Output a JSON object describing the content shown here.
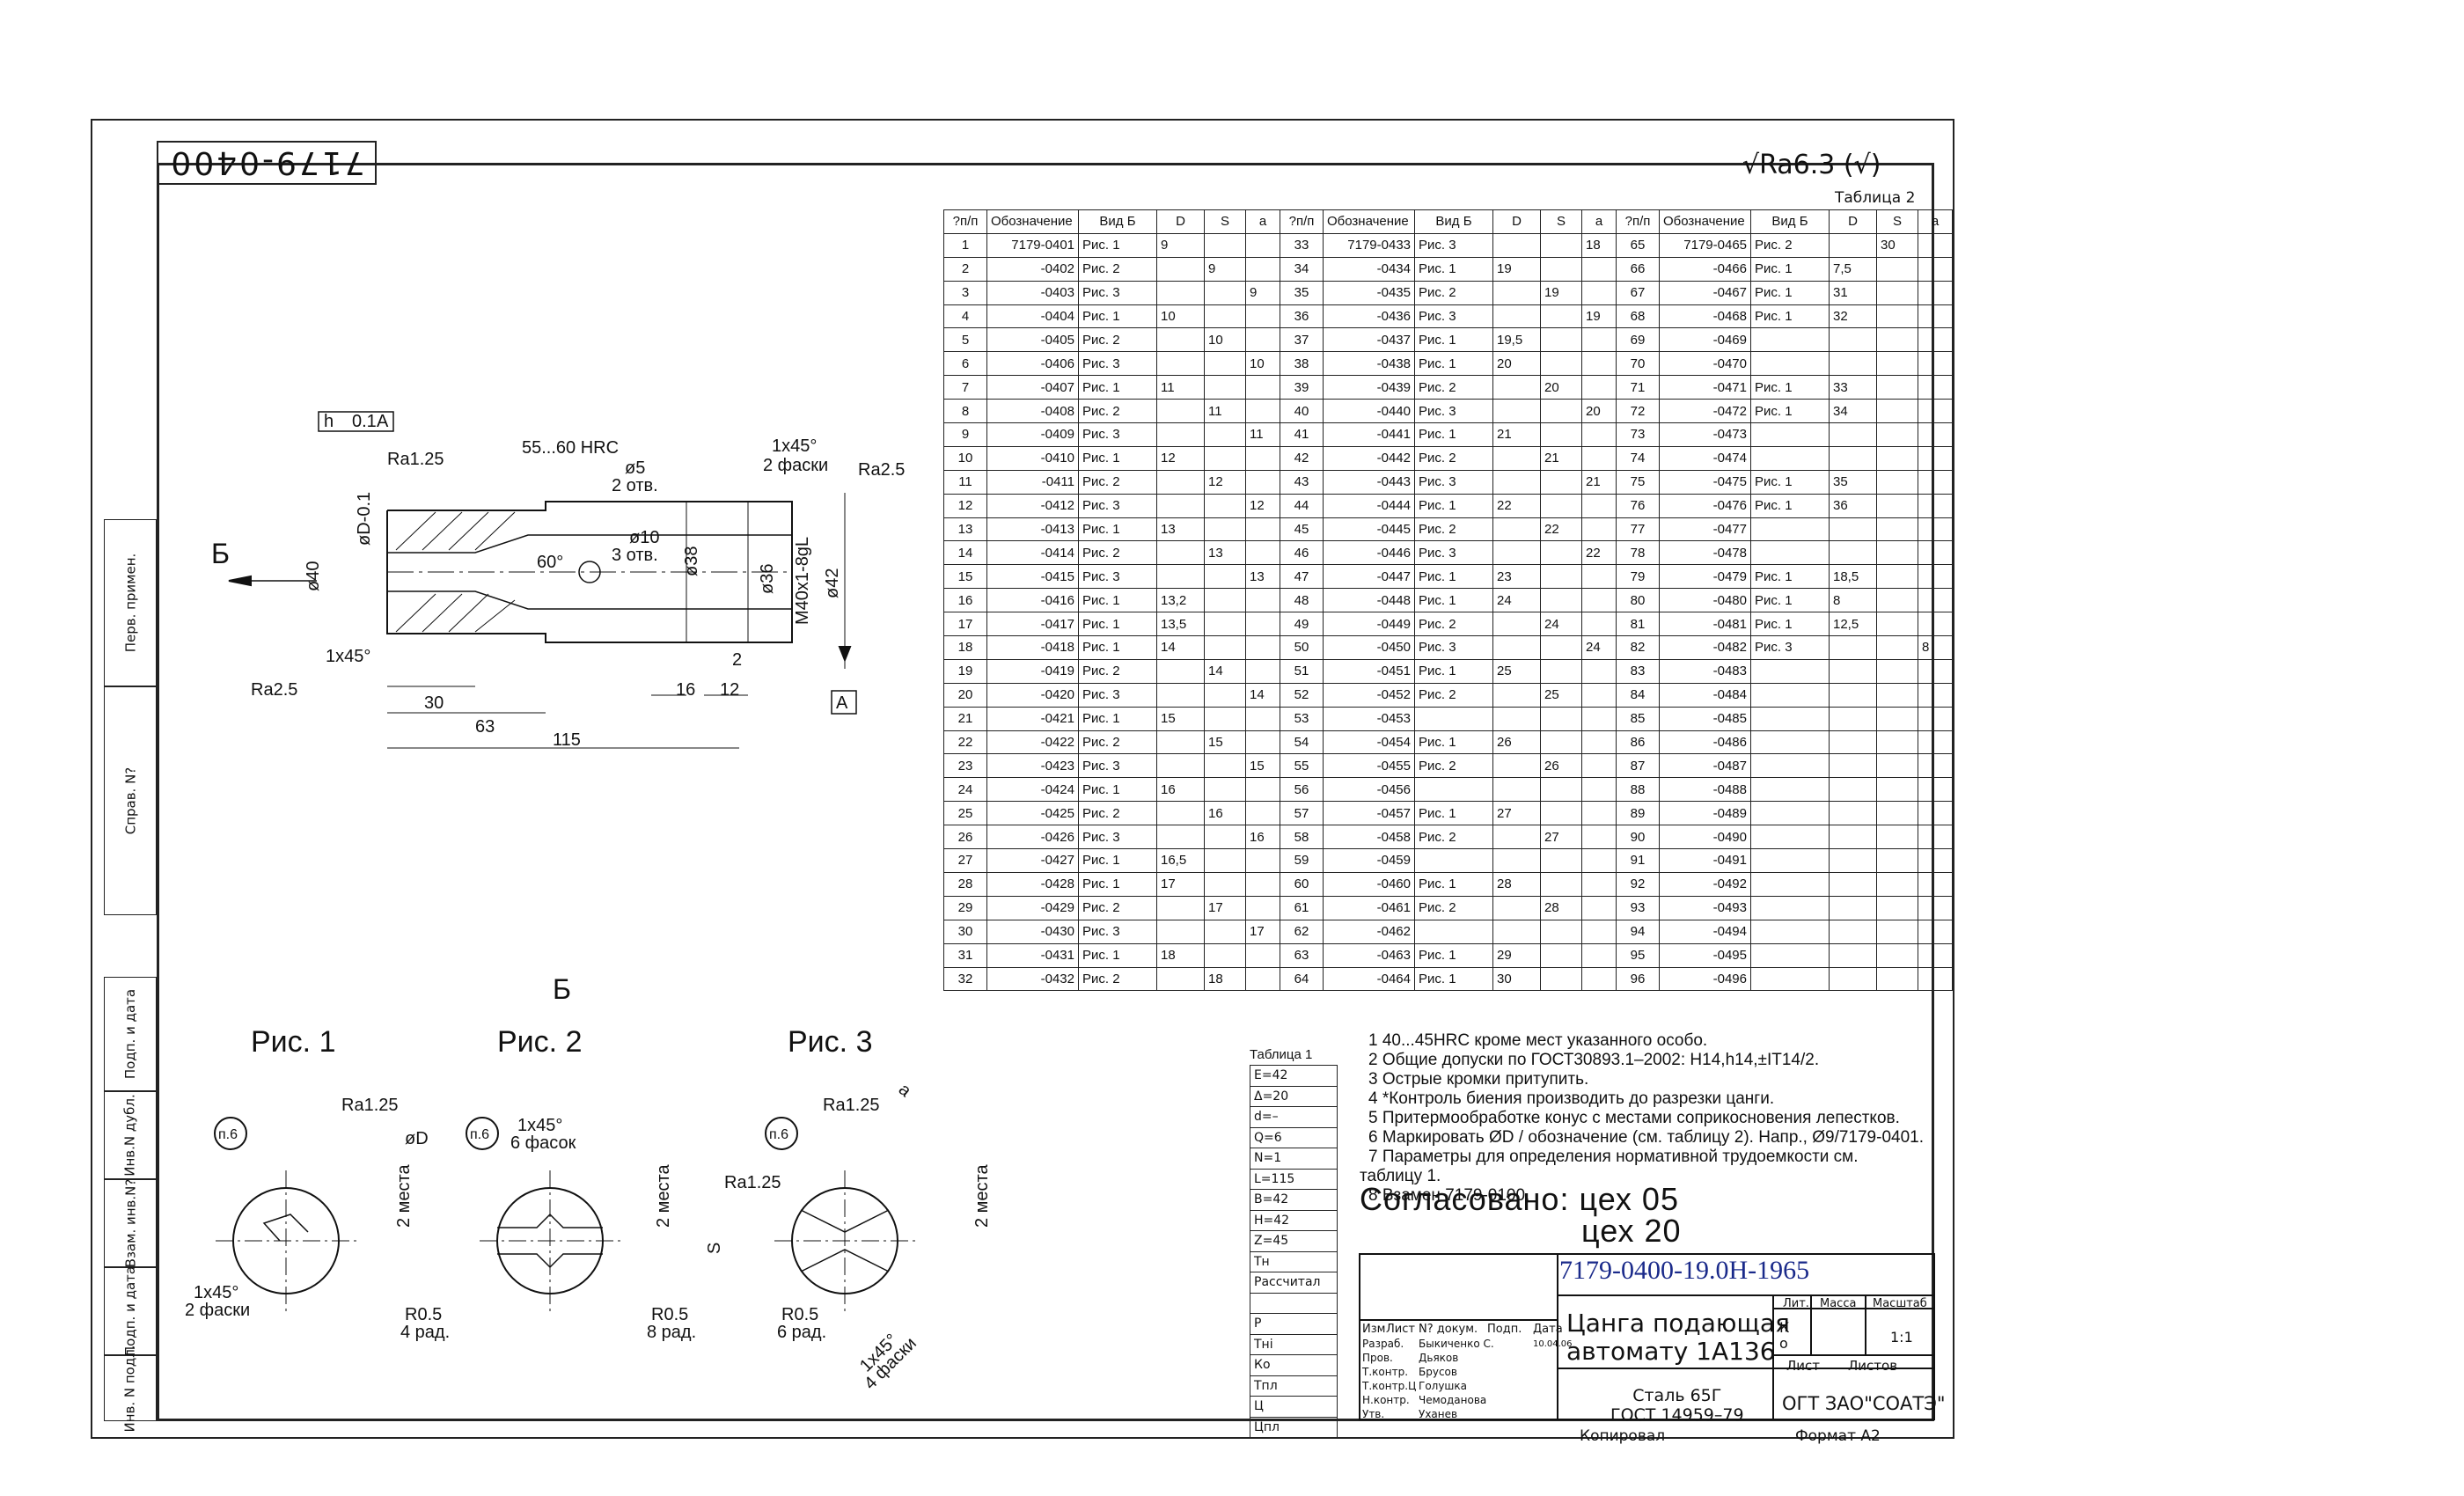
{
  "drawing_code": "7179-0400",
  "roughness_top": "√Ra6.3 (√)",
  "table2_label": "Таблица 2",
  "side_stamps": [
    "Перв. примен.",
    "Справ. N?",
    "Подп. и дата",
    "Инв.N дубл.",
    "Взам. инв.N?",
    "Подп. и дата",
    "Инв. N подл."
  ],
  "main_drawing": {
    "view_label": "Б",
    "hardness": "55...60 HRC",
    "chamfer_top": "1x45°",
    "chamfer_top_note": "2 фаски",
    "ra_left_top": "Ra1.25",
    "ra_right": "Ra2.5",
    "ra_left_bottom": "Ra2.5",
    "tolerance": "h",
    "tolerance_val": "0.1",
    "tolerance_ref": "A",
    "hole5": "ø5",
    "hole5_note": "2 отв.",
    "hole10": "ø10",
    "hole10_note": "3 отв.",
    "angle": "60°",
    "d40": "ø40",
    "dD": "øD-0.1",
    "d38": "ø38",
    "d36": "ø36",
    "thread": "M40x1-8gL",
    "d42": "ø42",
    "chamfer_bottom": "1x45°",
    "dim_30": "30",
    "dim_63": "63",
    "dim_115": "115",
    "dim_16": "16",
    "dim_12": "12",
    "dim_2": "2",
    "datum_A": "A"
  },
  "section_label": "Б",
  "figures": [
    {
      "title": "Рис. 1",
      "ra": "Ra1.25",
      "hole": "п.6",
      "d": "øD",
      "places": "2 места",
      "chamfer": "1x45°",
      "chamfer_note": "2 фаски",
      "radius": "R0.5",
      "radius_note": "4 рад."
    },
    {
      "title": "Рис. 2",
      "ra": "Ra1.25",
      "hole": "п.6",
      "chamfer": "1x45°",
      "chamfer_note": "6 фасок",
      "places": "2 места",
      "s": "S",
      "radius": "R0.5",
      "radius_note": "8 рад."
    },
    {
      "title": "Рис. 3",
      "ra": "Ra1.25",
      "hole": "п.6",
      "a": "a",
      "places": "2 места",
      "chamfer": "1x45°",
      "chamfer_note": "4 фаски",
      "radius": "R0.5",
      "radius_note": "6 рад."
    }
  ],
  "table_header": [
    "?п/п",
    "Обозначение",
    "Вид Б",
    "D",
    "S",
    "a"
  ],
  "table_rows": [
    [
      [
        "1",
        "7179-0401",
        "Рис. 1",
        "9",
        "",
        ""
      ],
      [
        "33",
        "7179-0433",
        "Рис. 3",
        "",
        "",
        "18"
      ],
      [
        "65",
        "7179-0465",
        "Рис. 2",
        "",
        "30",
        ""
      ]
    ],
    [
      [
        "2",
        "-0402",
        "Рис. 2",
        "",
        "9",
        ""
      ],
      [
        "34",
        "-0434",
        "Рис. 1",
        "19",
        "",
        ""
      ],
      [
        "66",
        "-0466",
        "Рис. 1",
        "7,5",
        "",
        ""
      ]
    ],
    [
      [
        "3",
        "-0403",
        "Рис. 3",
        "",
        "",
        "9"
      ],
      [
        "35",
        "-0435",
        "Рис. 2",
        "",
        "19",
        ""
      ],
      [
        "67",
        "-0467",
        "Рис. 1",
        "31",
        "",
        ""
      ]
    ],
    [
      [
        "4",
        "-0404",
        "Рис. 1",
        "10",
        "",
        ""
      ],
      [
        "36",
        "-0436",
        "Рис. 3",
        "",
        "",
        "19"
      ],
      [
        "68",
        "-0468",
        "Рис. 1",
        "32",
        "",
        ""
      ]
    ],
    [
      [
        "5",
        "-0405",
        "Рис. 2",
        "",
        "10",
        ""
      ],
      [
        "37",
        "-0437",
        "Рис. 1",
        "19,5",
        "",
        ""
      ],
      [
        "69",
        "-0469",
        "",
        "",
        "",
        ""
      ]
    ],
    [
      [
        "6",
        "-0406",
        "Рис. 3",
        "",
        "",
        "10"
      ],
      [
        "38",
        "-0438",
        "Рис. 1",
        "20",
        "",
        ""
      ],
      [
        "70",
        "-0470",
        "",
        "",
        "",
        ""
      ]
    ],
    [
      [
        "7",
        "-0407",
        "Рис. 1",
        "11",
        "",
        ""
      ],
      [
        "39",
        "-0439",
        "Рис. 2",
        "",
        "20",
        ""
      ],
      [
        "71",
        "-0471",
        "Рис. 1",
        "33",
        "",
        ""
      ]
    ],
    [
      [
        "8",
        "-0408",
        "Рис. 2",
        "",
        "11",
        ""
      ],
      [
        "40",
        "-0440",
        "Рис. 3",
        "",
        "",
        "20"
      ],
      [
        "72",
        "-0472",
        "Рис. 1",
        "34",
        "",
        ""
      ]
    ],
    [
      [
        "9",
        "-0409",
        "Рис. 3",
        "",
        "",
        "11"
      ],
      [
        "41",
        "-0441",
        "Рис. 1",
        "21",
        "",
        ""
      ],
      [
        "73",
        "-0473",
        "",
        "",
        "",
        ""
      ]
    ],
    [
      [
        "10",
        "-0410",
        "Рис. 1",
        "12",
        "",
        ""
      ],
      [
        "42",
        "-0442",
        "Рис. 2",
        "",
        "21",
        ""
      ],
      [
        "74",
        "-0474",
        "",
        "",
        "",
        ""
      ]
    ],
    [
      [
        "11",
        "-0411",
        "Рис. 2",
        "",
        "12",
        ""
      ],
      [
        "43",
        "-0443",
        "Рис. 3",
        "",
        "",
        "21"
      ],
      [
        "75",
        "-0475",
        "Рис. 1",
        "35",
        "",
        ""
      ]
    ],
    [
      [
        "12",
        "-0412",
        "Рис. 3",
        "",
        "",
        "12"
      ],
      [
        "44",
        "-0444",
        "Рис. 1",
        "22",
        "",
        ""
      ],
      [
        "76",
        "-0476",
        "Рис. 1",
        "36",
        "",
        ""
      ]
    ],
    [
      [
        "13",
        "-0413",
        "Рис. 1",
        "13",
        "",
        ""
      ],
      [
        "45",
        "-0445",
        "Рис. 2",
        "",
        "22",
        ""
      ],
      [
        "77",
        "-0477",
        "",
        "",
        "",
        ""
      ]
    ],
    [
      [
        "14",
        "-0414",
        "Рис. 2",
        "",
        "13",
        ""
      ],
      [
        "46",
        "-0446",
        "Рис. 3",
        "",
        "",
        "22"
      ],
      [
        "78",
        "-0478",
        "",
        "",
        "",
        ""
      ]
    ],
    [
      [
        "15",
        "-0415",
        "Рис. 3",
        "",
        "",
        "13"
      ],
      [
        "47",
        "-0447",
        "Рис. 1",
        "23",
        "",
        ""
      ],
      [
        "79",
        "-0479",
        "Рис. 1",
        "18,5",
        "",
        ""
      ]
    ],
    [
      [
        "16",
        "-0416",
        "Рис. 1",
        "13,2",
        "",
        ""
      ],
      [
        "48",
        "-0448",
        "Рис. 1",
        "24",
        "",
        ""
      ],
      [
        "80",
        "-0480",
        "Рис. 1",
        "8",
        "",
        ""
      ]
    ],
    [
      [
        "17",
        "-0417",
        "Рис. 1",
        "13,5",
        "",
        ""
      ],
      [
        "49",
        "-0449",
        "Рис. 2",
        "",
        "24",
        ""
      ],
      [
        "81",
        "-0481",
        "Рис. 1",
        "12,5",
        "",
        ""
      ]
    ],
    [
      [
        "18",
        "-0418",
        "Рис. 1",
        "14",
        "",
        ""
      ],
      [
        "50",
        "-0450",
        "Рис. 3",
        "",
        "",
        "24"
      ],
      [
        "82",
        "-0482",
        "Рис. 3",
        "",
        "",
        "8"
      ]
    ],
    [
      [
        "19",
        "-0419",
        "Рис. 2",
        "",
        "14",
        ""
      ],
      [
        "51",
        "-0451",
        "Рис. 1",
        "25",
        "",
        ""
      ],
      [
        "83",
        "-0483",
        "",
        "",
        "",
        ""
      ]
    ],
    [
      [
        "20",
        "-0420",
        "Рис. 3",
        "",
        "",
        "14"
      ],
      [
        "52",
        "-0452",
        "Рис. 2",
        "",
        "25",
        ""
      ],
      [
        "84",
        "-0484",
        "",
        "",
        "",
        ""
      ]
    ],
    [
      [
        "21",
        "-0421",
        "Рис. 1",
        "15",
        "",
        ""
      ],
      [
        "53",
        "-0453",
        "",
        "",
        "",
        ""
      ],
      [
        "85",
        "-0485",
        "",
        "",
        "",
        ""
      ]
    ],
    [
      [
        "22",
        "-0422",
        "Рис. 2",
        "",
        "15",
        ""
      ],
      [
        "54",
        "-0454",
        "Рис. 1",
        "26",
        "",
        ""
      ],
      [
        "86",
        "-0486",
        "",
        "",
        "",
        ""
      ]
    ],
    [
      [
        "23",
        "-0423",
        "Рис. 3",
        "",
        "",
        "15"
      ],
      [
        "55",
        "-0455",
        "Рис. 2",
        "",
        "26",
        ""
      ],
      [
        "87",
        "-0487",
        "",
        "",
        "",
        ""
      ]
    ],
    [
      [
        "24",
        "-0424",
        "Рис. 1",
        "16",
        "",
        ""
      ],
      [
        "56",
        "-0456",
        "",
        "",
        "",
        ""
      ],
      [
        "88",
        "-0488",
        "",
        "",
        "",
        ""
      ]
    ],
    [
      [
        "25",
        "-0425",
        "Рис. 2",
        "",
        "16",
        ""
      ],
      [
        "57",
        "-0457",
        "Рис. 1",
        "27",
        "",
        ""
      ],
      [
        "89",
        "-0489",
        "",
        "",
        "",
        ""
      ]
    ],
    [
      [
        "26",
        "-0426",
        "Рис. 3",
        "",
        "",
        "16"
      ],
      [
        "58",
        "-0458",
        "Рис. 2",
        "",
        "27",
        ""
      ],
      [
        "90",
        "-0490",
        "",
        "",
        "",
        ""
      ]
    ],
    [
      [
        "27",
        "-0427",
        "Рис. 1",
        "16,5",
        "",
        ""
      ],
      [
        "59",
        "-0459",
        "",
        "",
        "",
        ""
      ],
      [
        "91",
        "-0491",
        "",
        "",
        "",
        ""
      ]
    ],
    [
      [
        "28",
        "-0428",
        "Рис. 1",
        "17",
        "",
        ""
      ],
      [
        "60",
        "-0460",
        "Рис. 1",
        "28",
        "",
        ""
      ],
      [
        "92",
        "-0492",
        "",
        "",
        "",
        ""
      ]
    ],
    [
      [
        "29",
        "-0429",
        "Рис. 2",
        "",
        "17",
        ""
      ],
      [
        "61",
        "-0461",
        "Рис. 2",
        "",
        "28",
        ""
      ],
      [
        "93",
        "-0493",
        "",
        "",
        "",
        ""
      ]
    ],
    [
      [
        "30",
        "-0430",
        "Рис. 3",
        "",
        "",
        "17"
      ],
      [
        "62",
        "-0462",
        "",
        "",
        "",
        ""
      ],
      [
        "94",
        "-0494",
        "",
        "",
        "",
        ""
      ]
    ],
    [
      [
        "31",
        "-0431",
        "Рис. 1",
        "18",
        "",
        ""
      ],
      [
        "63",
        "-0463",
        "Рис. 1",
        "29",
        "",
        ""
      ],
      [
        "95",
        "-0495",
        "",
        "",
        "",
        ""
      ]
    ],
    [
      [
        "32",
        "-0432",
        "Рис. 2",
        "",
        "18",
        ""
      ],
      [
        "64",
        "-0464",
        "Рис. 1",
        "30",
        "",
        ""
      ],
      [
        "96",
        "-0496",
        "",
        "",
        "",
        ""
      ]
    ]
  ],
  "table1_label": "Таблица 1",
  "table1_rows": [
    "E=42",
    "Δ=20",
    "d=–",
    "Q=6",
    "N=1",
    "L=115",
    "B=42",
    "H=42",
    "Z=45",
    "Тн",
    "Рассчитал",
    "",
    "Р",
    "Тнi",
    "Ко",
    "Тпл",
    "Ц",
    "Цпл"
  ],
  "notes": [
    "1 40...45HRC кроме мест указанного особо.",
    "2 Общие допуски по ГОСТ30893.1–2002: H14,h14,±IT14/2.",
    "3 Острые кромки притупить.",
    "4 *Контроль биения производить до разрезки цанги.",
    "5 Притермообработке конус с местами соприкосновения лепестков.",
    "6 Маркировать ØD / обозначение (см. таблицу 2). Напр., Ø9/7179-0401.",
    "7 Параметры для определения нормативной трудоемкости см.",
    "таблицу 1.",
    "8 Взамен 7179-0100."
  ],
  "agreed_label": "Согласовано:",
  "agreed_lines": [
    "цех 05",
    "цех 20"
  ],
  "title_block": {
    "doc_number": "7179-0400-19.0Н-1965",
    "title_line1": "Цанга подающая",
    "title_line2": "автомату 1А136",
    "material_line1": "Сталь 65Г",
    "material_line2": "ГОСТ 14959–79",
    "org": "ОГТ ЗАО\"СОАТЭ\"",
    "lit_label": "Лит.",
    "mass_label": "Масса",
    "scale_label": "Масштаб",
    "lit_val": "К о",
    "scale_val": "1:1",
    "sheet_label": "Лист",
    "sheets_label": "Листов",
    "head": [
      "Изм",
      "Лист",
      "N? докум.",
      "Подп.",
      "Дата"
    ],
    "roles": [
      "Разраб.",
      "Пров.",
      "Т.контр.",
      "Т.контр.Ц",
      "Н.контр.",
      "Утв."
    ],
    "names": [
      "Быкиченко С.",
      "Дьяков",
      "Брусов",
      "Голушка",
      "Чемоданова",
      "Уханев"
    ],
    "date": "10.04.06",
    "copied": "Копировал",
    "format": "Формат А2"
  }
}
